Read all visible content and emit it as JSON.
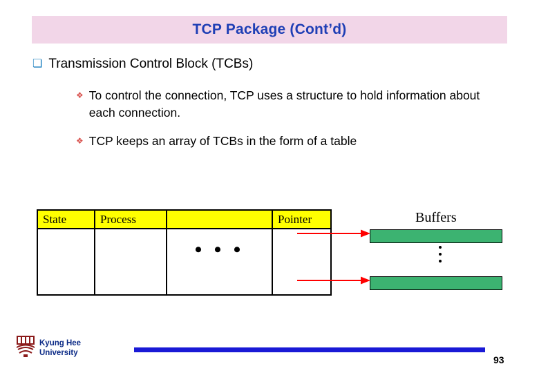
{
  "slide": {
    "title": "TCP Package (Cont’d)",
    "title_bg": "#f2d6e8",
    "title_color": "#1f3fb5",
    "bullets": [
      {
        "marker": "❏",
        "text": "Transmission Control Block (TCBs)"
      },
      {
        "marker": "❖",
        "text": "To control the connection, TCP uses a structure to hold information about each connection."
      },
      {
        "marker": "❖",
        "text": "TCP keeps an array of TCBs in the form of a table"
      }
    ],
    "table": {
      "headers": [
        "State",
        "Process",
        "",
        "Pointer"
      ],
      "row_ellipsis": "• • •",
      "header_bg": "#ffff00"
    },
    "buffers": {
      "label": "Buffers",
      "box_color": "#3cb371",
      "count_indicator": "vertical-ellipsis"
    },
    "arrows": {
      "color": "#ff0000",
      "count": 2
    },
    "footer": {
      "org_line1": "Kyung Hee",
      "org_line2": "University",
      "rule_color": "#1a1ad6",
      "page_number": "93"
    }
  }
}
